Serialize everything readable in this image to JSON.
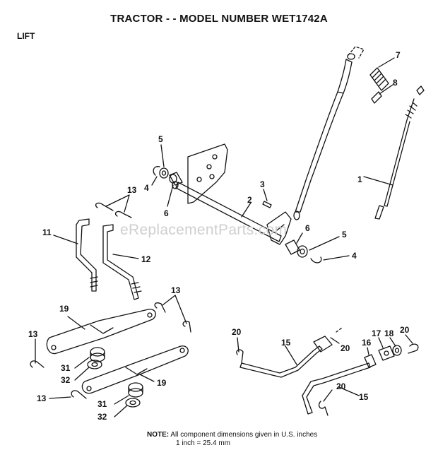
{
  "header": {
    "title": "TRACTOR - - MODEL NUMBER WET1742A",
    "section": "LIFT"
  },
  "watermark": "eReplacementParts.com",
  "callouts": [
    {
      "id": "c-7",
      "label": "7"
    },
    {
      "id": "c-8",
      "label": "8"
    },
    {
      "id": "c-1",
      "label": "1"
    },
    {
      "id": "c-5a",
      "label": "5"
    },
    {
      "id": "c-4a",
      "label": "4"
    },
    {
      "id": "c-6a",
      "label": "6"
    },
    {
      "id": "c-3",
      "label": "3"
    },
    {
      "id": "c-2",
      "label": "2"
    },
    {
      "id": "c-6b",
      "label": "6"
    },
    {
      "id": "c-5b",
      "label": "5"
    },
    {
      "id": "c-4b",
      "label": "4"
    },
    {
      "id": "c-13a",
      "label": "13"
    },
    {
      "id": "c-11",
      "label": "11"
    },
    {
      "id": "c-12",
      "label": "12"
    },
    {
      "id": "c-13b",
      "label": "13"
    },
    {
      "id": "c-19a",
      "label": "19"
    },
    {
      "id": "c-13c",
      "label": "13"
    },
    {
      "id": "c-31a",
      "label": "31"
    },
    {
      "id": "c-32a",
      "label": "32"
    },
    {
      "id": "c-19b",
      "label": "19"
    },
    {
      "id": "c-13d",
      "label": "13"
    },
    {
      "id": "c-31b",
      "label": "31"
    },
    {
      "id": "c-32b",
      "label": "32"
    },
    {
      "id": "c-20a",
      "label": "20"
    },
    {
      "id": "c-15a",
      "label": "15"
    },
    {
      "id": "c-20b",
      "label": "20"
    },
    {
      "id": "c-16",
      "label": "16"
    },
    {
      "id": "c-17",
      "label": "17"
    },
    {
      "id": "c-18",
      "label": "18"
    },
    {
      "id": "c-20c",
      "label": "20"
    },
    {
      "id": "c-20d",
      "label": "20"
    },
    {
      "id": "c-15b",
      "label": "15"
    }
  ],
  "note": {
    "label": "NOTE:",
    "line1": "All component dimensions given in U.S. inches",
    "line2": "1 inch = 25.4 mm"
  }
}
